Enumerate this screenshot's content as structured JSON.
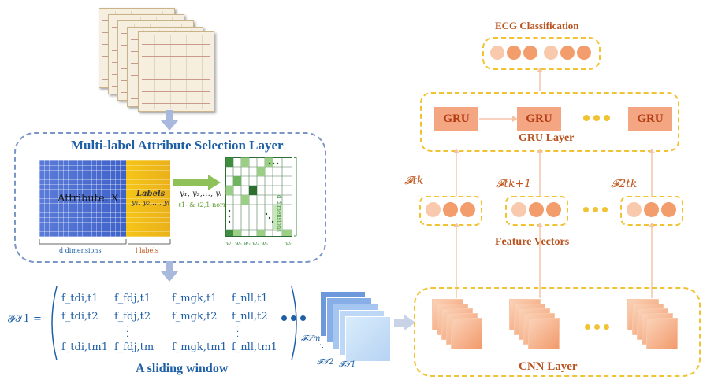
{
  "left": {
    "attr_layer_title": "Multi-label Attribute Selection Layer",
    "attribute_label": "Attribute: X",
    "labels_word": "Labels",
    "labels_vars": "y₁, y₂,…, yₗ",
    "arrow_vars": "y₁, y₂,…, yₗ",
    "norm_label": "ℓ1- & ℓ2,1-norm",
    "d_dimensions": "d dimensions",
    "l_labels": "l labels",
    "d_dimensions_vertical": "d dimensions",
    "w_labels": "w₁ w₂ w₃ w₄ w₅",
    "w_last": "wₗ",
    "sliding_window_title": "A sliding window",
    "matrix_lhs": "𝓕𝒯1 =",
    "matrix_rows": [
      [
        "f_tdi,t1",
        "f_fdj,t1",
        "f_mgk,t1",
        "f_nll,t1"
      ],
      [
        "f_tdi,t2",
        "f_fdj,t2",
        "f_mgk,t2",
        "f_nll,t2"
      ],
      [
        "f_tdi,tm1",
        "f_fdj,tm",
        "f_mgk,tm1",
        "f_nll,tm1"
      ]
    ],
    "stack_labels": [
      "𝓕𝒯m",
      "𝓕𝒯2",
      "𝓕𝒯1"
    ]
  },
  "right": {
    "ecg_title": "ECG Classification",
    "gru_label": "GRU",
    "gru_layer_title": "GRU Layer",
    "feature_vectors_title": "Feature Vectors",
    "cnn_layer_title": "CNN Layer",
    "fv_labels": [
      "𝓕tk",
      "𝓕tk+1",
      "𝓕2tk"
    ]
  },
  "colors": {
    "blue_border": "#7a95c8",
    "orange_border": "#f1c232",
    "blue_text": "#1f5fa6",
    "orange_text": "#b8531f",
    "gru_fill": "#f4a582",
    "dot_fill": "#f29d6b",
    "dot_light": "#f9c9ad",
    "arrow_orange": "#f5c4a8",
    "attribute_blue": "#4f6fd1",
    "labels_yellow": "#f1c232"
  }
}
